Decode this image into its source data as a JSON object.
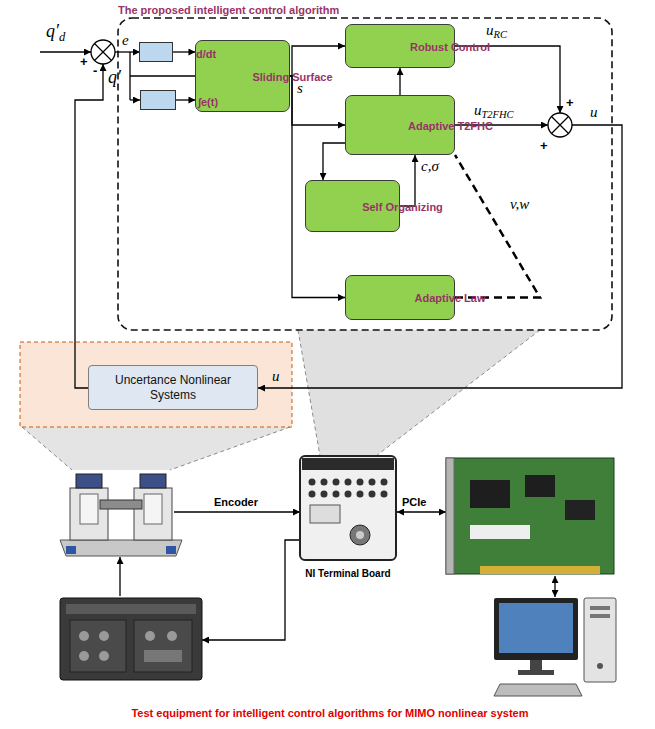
{
  "diagram": {
    "nodes": [
      {
        "text": [
          "The proposed intelligent control algorithm"
        ]
      },
      {
        "text": [
          "d/dt"
        ],
        "in": 0
      },
      {
        "text": [
          "∫e(t)"
        ],
        "in": 0
      },
      {
        "text": [
          "Sliding Surface"
        ],
        "in": 0
      },
      {
        "text": [
          "Robust Control"
        ],
        "in": 0
      },
      {
        "text": [
          "Adaptive T2FHC"
        ],
        "in": 0
      },
      {
        "text": [
          "Self Organizing"
        ],
        "in": 0
      },
      {
        "text": [
          "Adaptive Law"
        ],
        "in": 0
      },
      {
        "text": [
          "Uncertance Nonlinear Systems"
        ]
      },
      {
        "text": [
          "Test equipment for intelligent control algorithms for MIMO nonlinear system"
        ]
      }
    ],
    "edges": [
      {
        "from": 1,
        "to": 3,
        "arrow": "to"
      },
      {
        "from": 2,
        "to": 3,
        "arrow": "to"
      },
      {
        "from": 3,
        "to": 4,
        "arrow": "to"
      },
      {
        "from": 3,
        "to": 5,
        "arrow": "to"
      },
      {
        "from": 3,
        "to": 7,
        "arrow": "to"
      },
      {
        "from": 5,
        "to": 6,
        "arrow": "to"
      },
      {
        "from": 6,
        "to": 5,
        "label": "c,σ",
        "arrow": "to"
      },
      {
        "from": 5,
        "to": 4,
        "arrow": "to"
      },
      {
        "from": 7,
        "to": 5,
        "label": "v,w",
        "arrow": "none"
      }
    ],
    "labels": [
      "q′d",
      "+",
      "-",
      "q′",
      "e",
      "s",
      "uRC",
      "uT2FHC",
      "+",
      "+",
      "u",
      "u",
      "Encoder",
      "PCIe",
      "NI Terminal Board"
    ]
  }
}
